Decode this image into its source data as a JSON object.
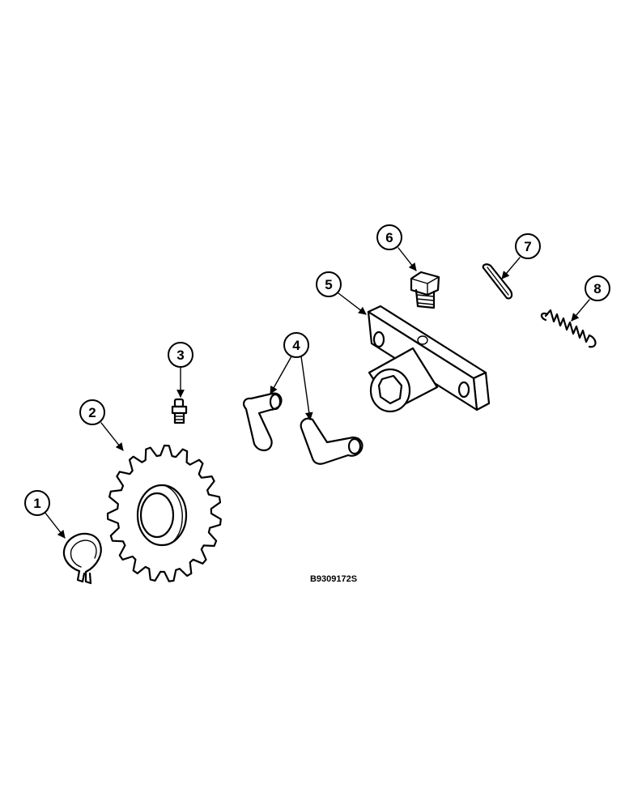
{
  "drawing_id": "B9309172S",
  "callouts": [
    {
      "number": "1",
      "part": "snap ring"
    },
    {
      "number": "2",
      "part": "sprocket"
    },
    {
      "number": "3",
      "part": "grease fitting"
    },
    {
      "number": "4",
      "part": "pins"
    },
    {
      "number": "5",
      "part": "bearing housing"
    },
    {
      "number": "6",
      "part": "bolt"
    },
    {
      "number": "7",
      "part": "cotter pin"
    },
    {
      "number": "8",
      "part": "spring"
    }
  ]
}
